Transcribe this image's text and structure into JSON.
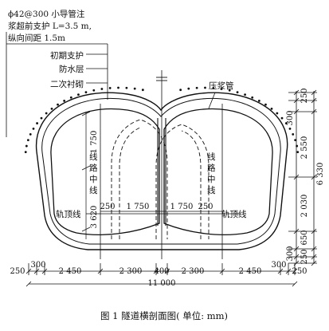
{
  "caption": "图 1    隧道横剖面图( 单位: mm)",
  "callout": {
    "line1": "ϕ42@300 小导管注",
    "line2": "浆超前支护 L=3.5 m,",
    "line3": "纵向间距 1.5m"
  },
  "layers": {
    "primary_support": "初期支护",
    "waterproof_layer": "防水层",
    "secondary_lining": "二次衬砌"
  },
  "grout_pipe": "压浆管",
  "route_centerline": "线路中线",
  "rail_top_line": "轨顶线",
  "dims": {
    "left_1750_vertical": "1 750",
    "left_3620": "3 620",
    "inner_250_left": "250",
    "inner_1750_left": "1 750",
    "inner_1750_right": "1 750",
    "inner_250_right": "250",
    "bottom_300_left": "300",
    "bottom_250_left": "250",
    "bottom_2450_left": "2 450",
    "bottom_2300_left": "2 300",
    "bottom_400": "400",
    "bottom_2300_right": "2 300",
    "bottom_2450_right": "2 450",
    "bottom_300_right": "300",
    "bottom_250_right": "250",
    "total_width": "11 000",
    "right_250_top": "250",
    "right_300_top": "300",
    "right_2550": "2 550",
    "right_6330": "6 330",
    "right_2030": "2 030",
    "right_650": "650",
    "right_300_bottom": "300",
    "right_250_bottom": "250"
  }
}
